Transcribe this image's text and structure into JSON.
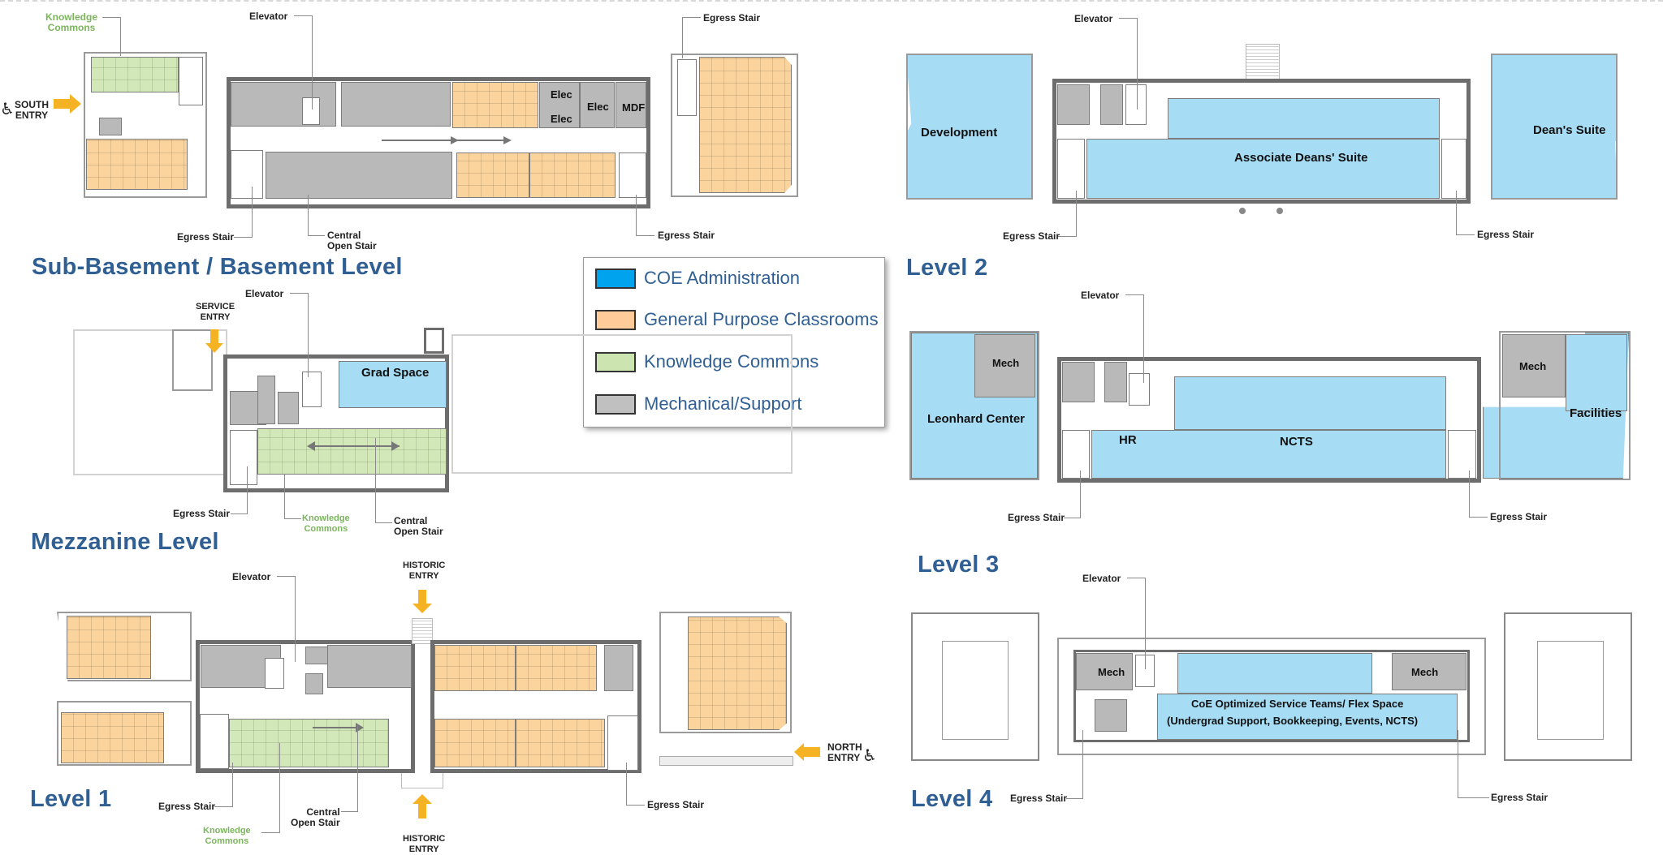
{
  "legend": {
    "items": [
      {
        "label": "COE Administration",
        "color": "#00a3ee"
      },
      {
        "label": "General Purpose Classrooms",
        "color": "#ffcc99"
      },
      {
        "label": "Knowledge Commons",
        "color": "#cce5b0"
      },
      {
        "label": "Mechanical/Support",
        "color": "#c0c0c0"
      }
    ]
  },
  "colors": {
    "title": "#305f94",
    "admin_fill": "#a6dcf4",
    "classroom_fill": "#fbd39c",
    "commons_fill": "#d3e8b8",
    "mech_fill": "#b9b9b9",
    "entry_arrow": "#f5b324",
    "commons_label": "#7ab55c"
  },
  "plans": {
    "basement": {
      "title": "Sub-Basement / Basement Level",
      "labels": {
        "knowledge_commons": "Knowledge\nCommons",
        "elevator": "Elevator",
        "egress_stair_top_right": "Egress Stair",
        "south_entry": "SOUTH\nENTRY",
        "egress_stair_bottom_left": "Egress Stair",
        "central_open_stair": "Central\nOpen Stair",
        "egress_stair_bottom_right": "Egress Stair"
      },
      "rooms": {
        "elec_1": "Elec",
        "elec_2": "Elec",
        "elec_3": "Elec",
        "mdf": "MDF"
      }
    },
    "mezzanine": {
      "title": "Mezzanine Level",
      "labels": {
        "elevator": "Elevator",
        "service_entry": "SERVICE\nENTRY",
        "egress_stair": "Egress Stair",
        "knowledge_commons": "Knowledge\nCommons",
        "central_open_stair": "Central\nOpen Stair"
      },
      "rooms": {
        "grad_space": "Grad Space"
      }
    },
    "level1": {
      "title": "Level 1",
      "labels": {
        "elevator": "Elevator",
        "historic_entry_top": "HISTORIC\nENTRY",
        "egress_stair_left": "Egress Stair",
        "central_open_stair": "Central\nOpen Stair",
        "knowledge_commons": "Knowledge\nCommons",
        "historic_entry_bottom": "HISTORIC\nENTRY",
        "egress_stair_right": "Egress Stair",
        "north_entry": "NORTH\nENTRY"
      }
    },
    "level2": {
      "title": "Level 2",
      "labels": {
        "elevator": "Elevator",
        "egress_stair_left": "Egress Stair",
        "egress_stair_right": "Egress Stair"
      },
      "rooms": {
        "development": "Development",
        "associate_deans_suite": "Associate Deans' Suite",
        "deans_suite": "Dean's Suite"
      }
    },
    "level3": {
      "title": "Level 3",
      "labels": {
        "elevator": "Elevator",
        "egress_stair_left": "Egress Stair",
        "egress_stair_right": "Egress Stair"
      },
      "rooms": {
        "mech_left": "Mech",
        "leonhard_center": "Leonhard Center",
        "hr": "HR",
        "ncts": "NCTS",
        "mech_right": "Mech",
        "facilities": "Facilities"
      }
    },
    "level4": {
      "title": "Level 4",
      "labels": {
        "elevator": "Elevator",
        "egress_stair_left": "Egress Stair",
        "egress_stair_right": "Egress Stair"
      },
      "rooms": {
        "mech_left": "Mech",
        "mech_right": "Mech",
        "flex_space_line1": "CoE Optimized Service Teams/ Flex Space",
        "flex_space_line2": "(Undergrad Support, Bookkeeping, Events, NCTS)"
      }
    }
  }
}
